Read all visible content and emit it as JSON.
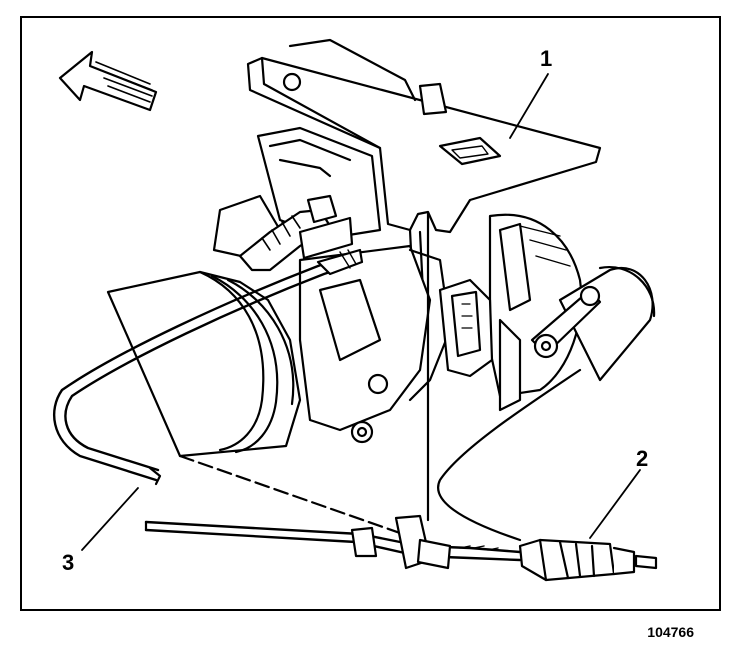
{
  "callouts": {
    "one": "1",
    "two": "2",
    "three": "3"
  },
  "figure_number": "104766",
  "colors": {
    "ink": "#000000",
    "paper": "#ffffff"
  }
}
